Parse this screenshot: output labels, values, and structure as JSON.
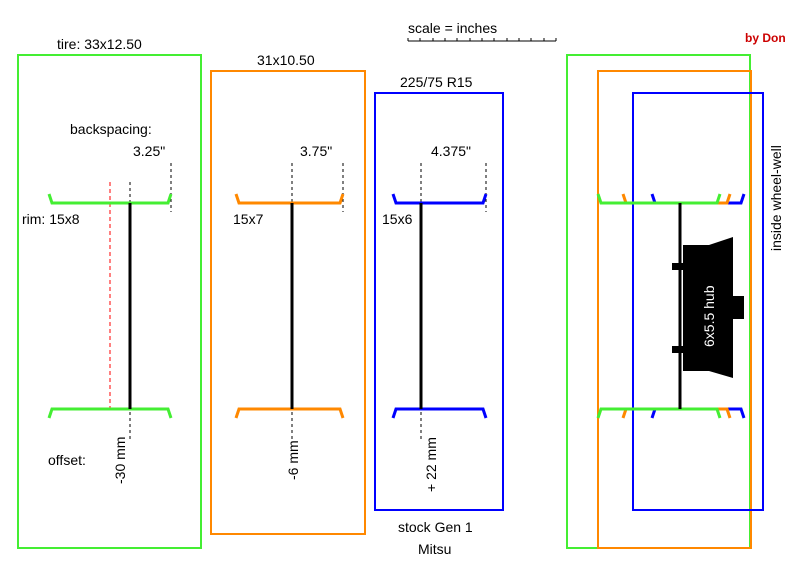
{
  "title": "scale = inches",
  "credit": "by Don",
  "colors": {
    "tire1": "#44ee33",
    "tire2": "#ff8800",
    "tire3": "#0000ff",
    "offset_ref": "#ff0000"
  },
  "wheels": [
    {
      "tire": "tire: 33x12.50",
      "rim": "rim: 15x8",
      "backspacing": "3.25\"",
      "offset": "-30 mm"
    },
    {
      "tire": "31x10.50",
      "rim": "15x7",
      "backspacing": "3.75\"",
      "offset": "-6 mm"
    },
    {
      "tire": "225/75 R15",
      "rim": "15x6",
      "backspacing": "4.375\"",
      "offset": "+ 22 mm",
      "caption_1": "stock Gen 1",
      "caption_2": "Mitsu"
    }
  ],
  "labels": {
    "backspacing": "backspacing:",
    "offset": "offset:",
    "hub": "6x5.5 hub",
    "wheel_well": "inside wheel-well"
  }
}
